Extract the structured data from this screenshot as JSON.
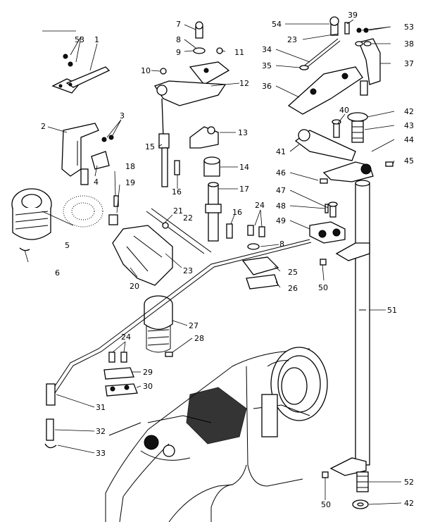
{
  "parts": [
    {
      "number": "1"
    },
    {
      "number": "2"
    },
    {
      "number": "3"
    },
    {
      "number": "4"
    },
    {
      "number": "5"
    },
    {
      "number": "6"
    },
    {
      "number": "7"
    },
    {
      "number": "8"
    },
    {
      "number": "9"
    },
    {
      "number": "10"
    },
    {
      "number": "11"
    },
    {
      "number": "12"
    },
    {
      "number": "13"
    },
    {
      "number": "14"
    },
    {
      "number": "15"
    },
    {
      "number": "16"
    },
    {
      "number": "17"
    },
    {
      "number": "18"
    },
    {
      "number": "19"
    },
    {
      "number": "20"
    },
    {
      "number": "21"
    },
    {
      "number": "22"
    },
    {
      "number": "23"
    },
    {
      "number": "24"
    },
    {
      "number": "25"
    },
    {
      "number": "26"
    },
    {
      "number": "27"
    },
    {
      "number": "28"
    },
    {
      "number": "29"
    },
    {
      "number": "30"
    },
    {
      "number": "31"
    },
    {
      "number": "32"
    },
    {
      "number": "33"
    },
    {
      "number": "34"
    },
    {
      "number": "35"
    },
    {
      "number": "36"
    },
    {
      "number": "37"
    },
    {
      "number": "38"
    },
    {
      "number": "39"
    },
    {
      "number": "40"
    },
    {
      "number": "41"
    },
    {
      "number": "42"
    },
    {
      "number": "43"
    },
    {
      "number": "44"
    },
    {
      "number": "45"
    },
    {
      "number": "46"
    },
    {
      "number": "47"
    },
    {
      "number": "48"
    },
    {
      "number": "49"
    },
    {
      "number": "50"
    },
    {
      "number": "51"
    },
    {
      "number": "52"
    },
    {
      "number": "53"
    },
    {
      "number": "54"
    }
  ],
  "colors": {
    "ink": "#000000",
    "paper": "#ffffff"
  }
}
